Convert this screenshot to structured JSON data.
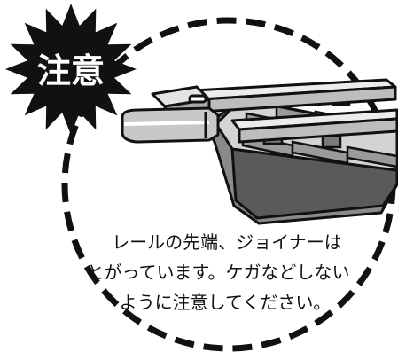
{
  "badge": {
    "label": "注意",
    "color": "#111111",
    "text_color": "#ffffff"
  },
  "illustration": {
    "subject": "rail-end-joiner",
    "colors": {
      "outline": "#111111",
      "base_light": "#d9d9d9",
      "base_mid": "#a6a6a6",
      "base_dark": "#5a5a5a",
      "rail": "#ececec"
    }
  },
  "message": {
    "lines": [
      "レールの先端、ジョイナーは",
      "とがっています。ケガなどしない",
      "ように注意してください。"
    ]
  },
  "frame": {
    "style": "dashed-circle",
    "color": "#111111"
  }
}
